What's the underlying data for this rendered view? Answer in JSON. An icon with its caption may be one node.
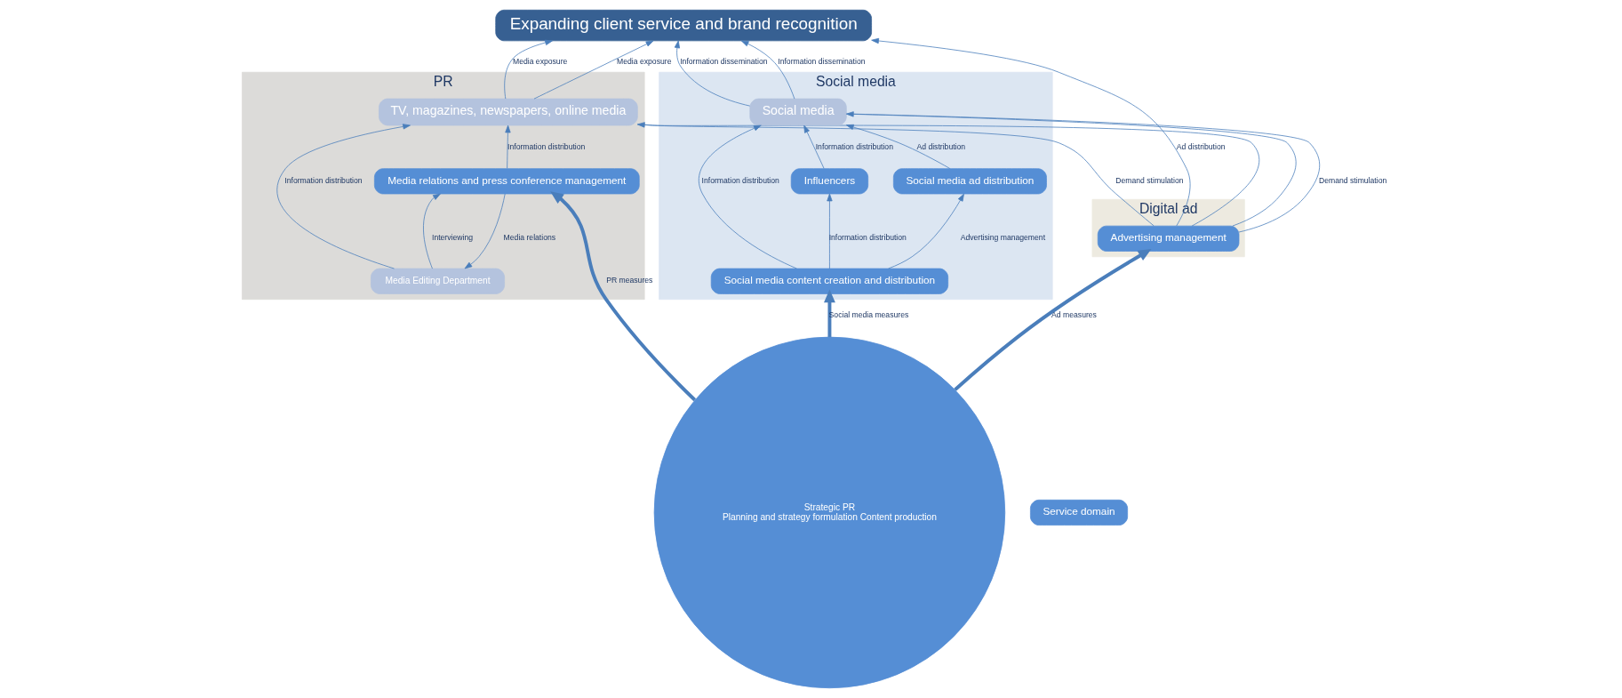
{
  "diagram": {
    "nodes": [
      {
        "text": [
          "Expanding client service and brand recognition"
        ]
      },
      {
        "text": [
          "PR"
        ]
      },
      {
        "text": [
          "TV, magazines, newspapers, online media"
        ],
        "in": 1
      },
      {
        "text": [
          "Media Editing Department"
        ],
        "in": 1
      },
      {
        "text": [
          "Media relations and press conference management"
        ],
        "in": 1
      },
      {
        "text": [
          "Digital ad"
        ]
      },
      {
        "text": [
          "Advertising management"
        ],
        "in": 5
      },
      {
        "text": [
          "Social media"
        ]
      },
      {
        "text": [
          "Social media"
        ],
        "in": 7
      },
      {
        "text": [
          "Influencers"
        ],
        "in": 7
      },
      {
        "text": [
          "Social media ad distribution"
        ],
        "in": 7
      },
      {
        "text": [
          "Social media content creation and distribution"
        ],
        "in": 7
      },
      {
        "text": [
          "Strategic PR",
          "Planning and strategy formulation Content production"
        ]
      },
      {
        "text": [
          "Service domain"
        ]
      }
    ],
    "edges": [
      {
        "from": 2,
        "to": 0,
        "arrow": "to",
        "label": "Media exposure"
      },
      {
        "from": 2,
        "to": 0,
        "arrow": "to",
        "label": "Media exposure"
      },
      {
        "from": 6,
        "to": 0,
        "arrow": "to",
        "label": "Ad distribution"
      },
      {
        "from": 8,
        "to": 0,
        "arrow": "to",
        "label": "Information dissemination"
      },
      {
        "from": 8,
        "to": 0,
        "arrow": "to",
        "label": "Information dissemination"
      },
      {
        "from": 2,
        "to": 6,
        "arrow": "none",
        "label": "Demand stimulation"
      },
      {
        "from": 6,
        "to": 2,
        "arrow": "to"
      },
      {
        "from": 6,
        "to": 8,
        "arrow": "to"
      },
      {
        "from": 8,
        "to": 6,
        "arrow": "none",
        "label": "Demand stimulation"
      },
      {
        "from": 3,
        "to": 2,
        "arrow": "to",
        "label": "Information distribution"
      },
      {
        "from": 4,
        "to": 3,
        "arrow": "to",
        "label": "Media relations"
      },
      {
        "from": 3,
        "to": 4,
        "arrow": "to",
        "label": "Interviewing"
      },
      {
        "from": 4,
        "to": 2,
        "arrow": "to",
        "label": "Information distribution"
      },
      {
        "from": 12,
        "to": 4,
        "arrow": "to",
        "label": "PR measures",
        "style": "thick"
      },
      {
        "from": 12,
        "to": 6,
        "arrow": "to",
        "label": "Ad measures",
        "style": "thick"
      },
      {
        "from": 12,
        "to": 11,
        "arrow": "to",
        "label": "Social media measures",
        "style": "thick"
      },
      {
        "from": 9,
        "to": 8,
        "arrow": "to",
        "label": "Information distribution"
      },
      {
        "from": 11,
        "to": 8,
        "arrow": "to",
        "label": "Information distribution"
      },
      {
        "from": 10,
        "to": 8,
        "arrow": "to",
        "label": "Ad distribution"
      },
      {
        "from": 11,
        "to": 9,
        "arrow": "to",
        "label": "Information distribution"
      },
      {
        "from": 11,
        "to": 10,
        "arrow": "to",
        "label": "Advertising management"
      }
    ]
  }
}
